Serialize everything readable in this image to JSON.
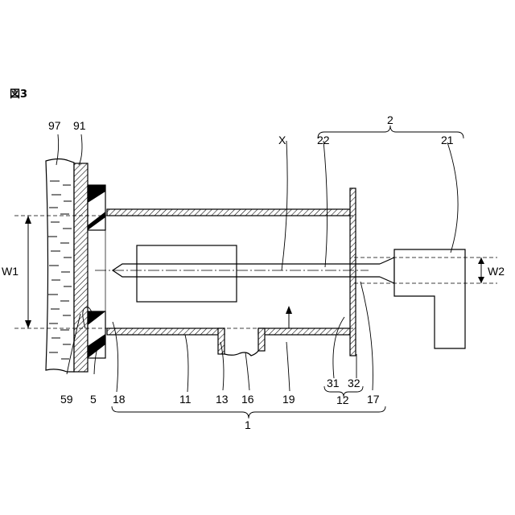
{
  "figure": {
    "title": "図3",
    "labels": {
      "l97": "97",
      "l91": "91",
      "l2": "2",
      "lX": "X",
      "l22": "22",
      "l21": "21",
      "lW1": "W1",
      "lW2": "W2",
      "l59": "59",
      "l5": "5",
      "l18": "18",
      "l11": "11",
      "l13": "13",
      "l16": "16",
      "l19": "19",
      "l31": "31",
      "l32": "32",
      "l12": "12",
      "l17": "17",
      "l1": "1"
    }
  }
}
